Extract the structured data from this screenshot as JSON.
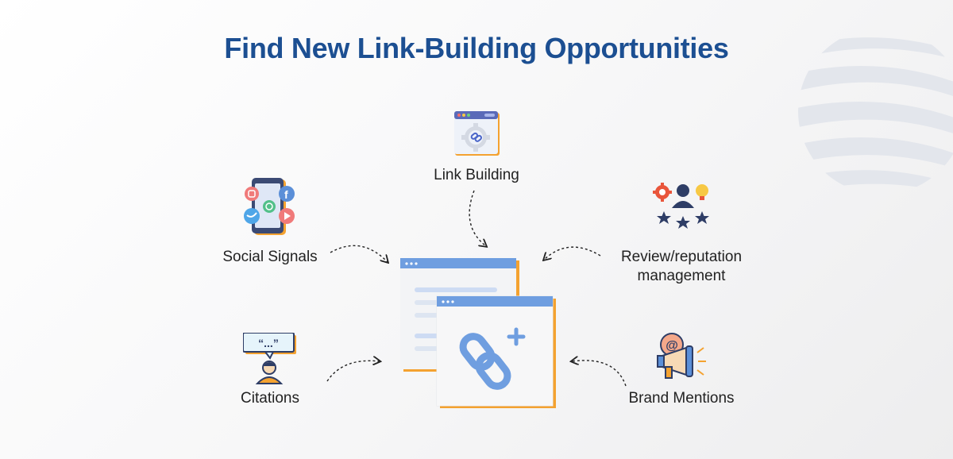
{
  "title": "Find New Link-Building Opportunities",
  "nodes": {
    "link_building": "Link Building",
    "social_signals": "Social Signals",
    "review_line1": "Review/reputation",
    "review_line2": "management",
    "citations": "Citations",
    "brand_mentions": "Brand Mentions"
  },
  "icons": {
    "link_building": "browser-gear-link-icon",
    "social_signals": "phone-social-apps-icon",
    "review": "person-stars-icon",
    "citations": "person-quote-bubble-icon",
    "brand_mentions": "megaphone-at-icon",
    "center": "browser-windows-link-plus-icon",
    "background": "globe-stripes-icon"
  },
  "colors": {
    "title": "#1c4f92",
    "accent_blue": "#5b8fd8",
    "accent_orange": "#f4a230",
    "text": "#222222"
  },
  "citation_bubble_text": "“...”"
}
